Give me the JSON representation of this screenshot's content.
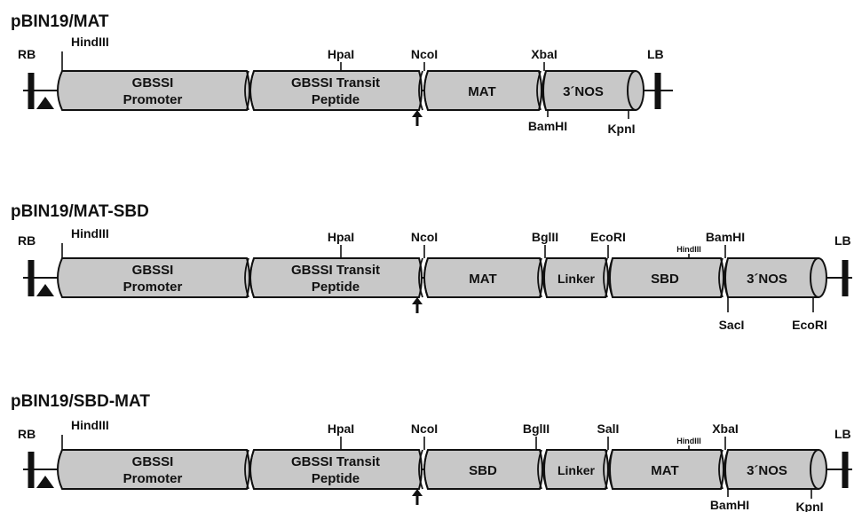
{
  "constructs": [
    {
      "title": "pBIN19/MAT",
      "rb": "RB",
      "lb": "LB",
      "segments": [
        {
          "line1": "GBSSI",
          "line2": "Promoter"
        },
        {
          "line1": "GBSSI Transit",
          "line2": "Peptide"
        },
        {
          "line1": "MAT"
        },
        {
          "line1": "3´NOS"
        }
      ],
      "sites_top": [
        "HindIII",
        "HpaI",
        "NcoI",
        "XbaI"
      ],
      "sites_bottom": [
        "BamHI",
        "KpnI"
      ]
    },
    {
      "title": "pBIN19/MAT-SBD",
      "rb": "RB",
      "lb": "LB",
      "segments": [
        {
          "line1": "GBSSI",
          "line2": "Promoter"
        },
        {
          "line1": "GBSSI Transit",
          "line2": "Peptide"
        },
        {
          "line1": "MAT"
        },
        {
          "line1": "Linker"
        },
        {
          "line1": "SBD"
        },
        {
          "line1": "3´NOS"
        }
      ],
      "sites_top": [
        "HindIII",
        "HpaI",
        "NcoI",
        "BglII",
        "EcoRI",
        "BamHI"
      ],
      "site_small": "HindIII",
      "sites_bottom": [
        "SacI",
        "EcoRI"
      ]
    },
    {
      "title": "pBIN19/SBD-MAT",
      "rb": "RB",
      "lb": "LB",
      "segments": [
        {
          "line1": "GBSSI",
          "line2": "Promoter"
        },
        {
          "line1": "GBSSI Transit",
          "line2": "Peptide"
        },
        {
          "line1": "SBD"
        },
        {
          "line1": "Linker"
        },
        {
          "line1": "MAT"
        },
        {
          "line1": "3´NOS"
        }
      ],
      "sites_top": [
        "HindIII",
        "HpaI",
        "NcoI",
        "BglII",
        "SalI",
        "XbaI"
      ],
      "site_small": "HindIII",
      "sites_bottom": [
        "BamHI",
        "KpnI"
      ]
    }
  ]
}
